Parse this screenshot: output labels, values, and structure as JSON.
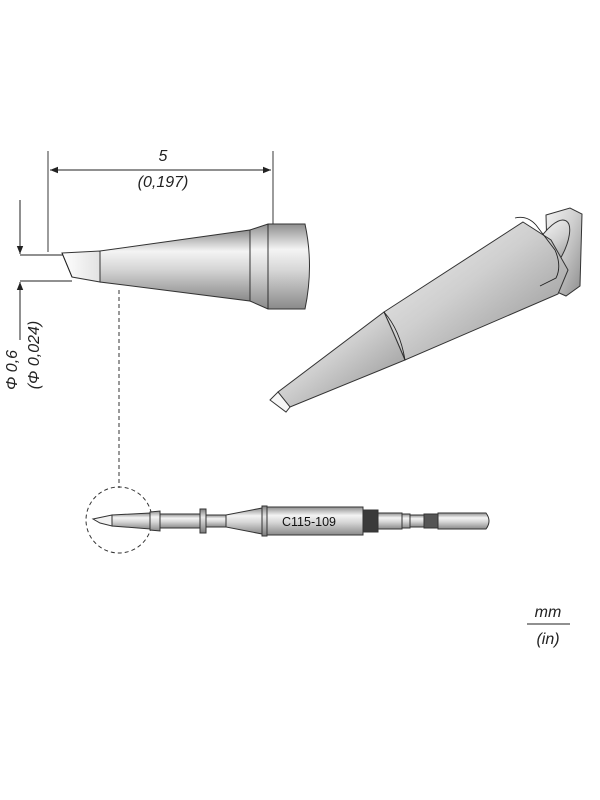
{
  "dimensions": {
    "length_mm": "5",
    "length_in": "(0,197)",
    "diameter_mm": "Φ 0,6",
    "diameter_in": "(Φ 0,024)"
  },
  "cartridge": {
    "model": "C115-109"
  },
  "units": {
    "metric": "mm",
    "imperial": "(in)"
  },
  "colors": {
    "metal_light": "#eeeeee",
    "metal_mid": "#c4c4c4",
    "metal_dark": "#8a8a8a",
    "line": "#222222"
  }
}
